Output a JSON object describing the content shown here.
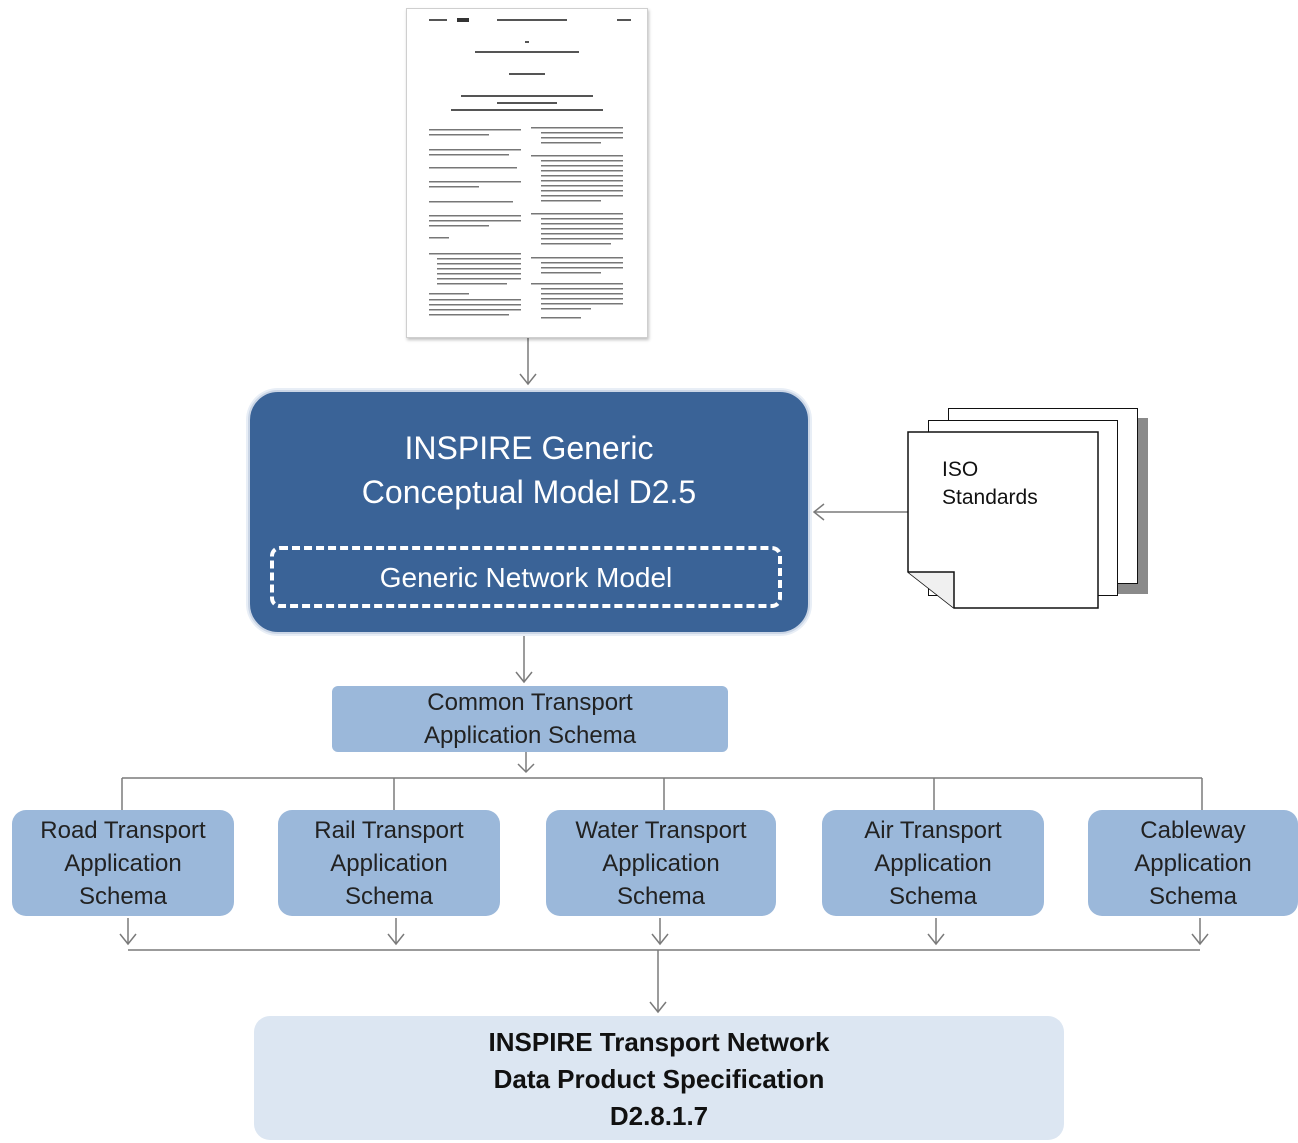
{
  "top_model": {
    "title": "INSPIRE Generic\nConceptual Model D2.5",
    "inner": "Generic Network Model"
  },
  "iso": {
    "label": "ISO\nStandards"
  },
  "common": {
    "label": "Common Transport\nApplication Schema"
  },
  "schemas": [
    {
      "label": "Road Transport\nApplication\nSchema"
    },
    {
      "label": "Rail Transport\nApplication\nSchema"
    },
    {
      "label": "Water Transport\nApplication\nSchema"
    },
    {
      "label": "Air Transport\nApplication\nSchema"
    },
    {
      "label": "Cableway\nApplication\nSchema"
    }
  ],
  "final": {
    "label": "INSPIRE Transport Network\nData Product Specification\nD2.8.1.7"
  },
  "colors": {
    "dark_blue": "#3a6397",
    "light_blue": "#9bb8da",
    "pale_blue": "#dce6f2",
    "connector": "#6e6e6e"
  }
}
